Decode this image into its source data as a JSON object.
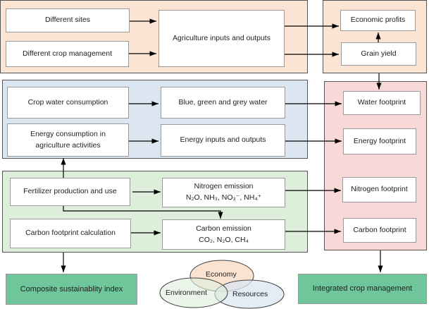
{
  "top_left": {
    "sites": "Different sites",
    "crop_management": "Different crop management",
    "agri": "Agriculture inputs and outputs"
  },
  "top_right": {
    "profits": "Economic profits",
    "yield": "Grain yield"
  },
  "middle": {
    "water_consumption": "Crop water consumption",
    "water_types": "Blue, green and grey water",
    "energy_line1": "Energy consumption in",
    "energy_line2": "agriculture activities",
    "energy_io": "Energy inputs and outputs"
  },
  "footprints": {
    "water": "Water footprint",
    "energy": "Energy footprint",
    "nitrogen": "Nitrogen footprint",
    "carbon": "Carbon footprint"
  },
  "bottom": {
    "fertilizer": "Fertilizer production and use",
    "carbon_calc": "Carbon footprint calculation",
    "nitrogen_title": "Nitrogen emission",
    "nitrogen_species": "N₂O, NH₃, NO₃⁻, NH₄⁺",
    "carbon_title": "Carbon emission",
    "carbon_species": "CO₂, N₂O, CH₄"
  },
  "outputs": {
    "composite": "Composite sustainablity index",
    "integrated": "Integrated crop management"
  },
  "venn": {
    "economy": "Economy",
    "environment": "Environment",
    "resources": "Resources"
  },
  "colors": {
    "orange_panel": "#fbe4d3",
    "blue_panel": "#dbe6f1",
    "green_panel": "#ddeedb",
    "pink_panel": "#f9d8d8",
    "output_box": "#6fc69a"
  }
}
